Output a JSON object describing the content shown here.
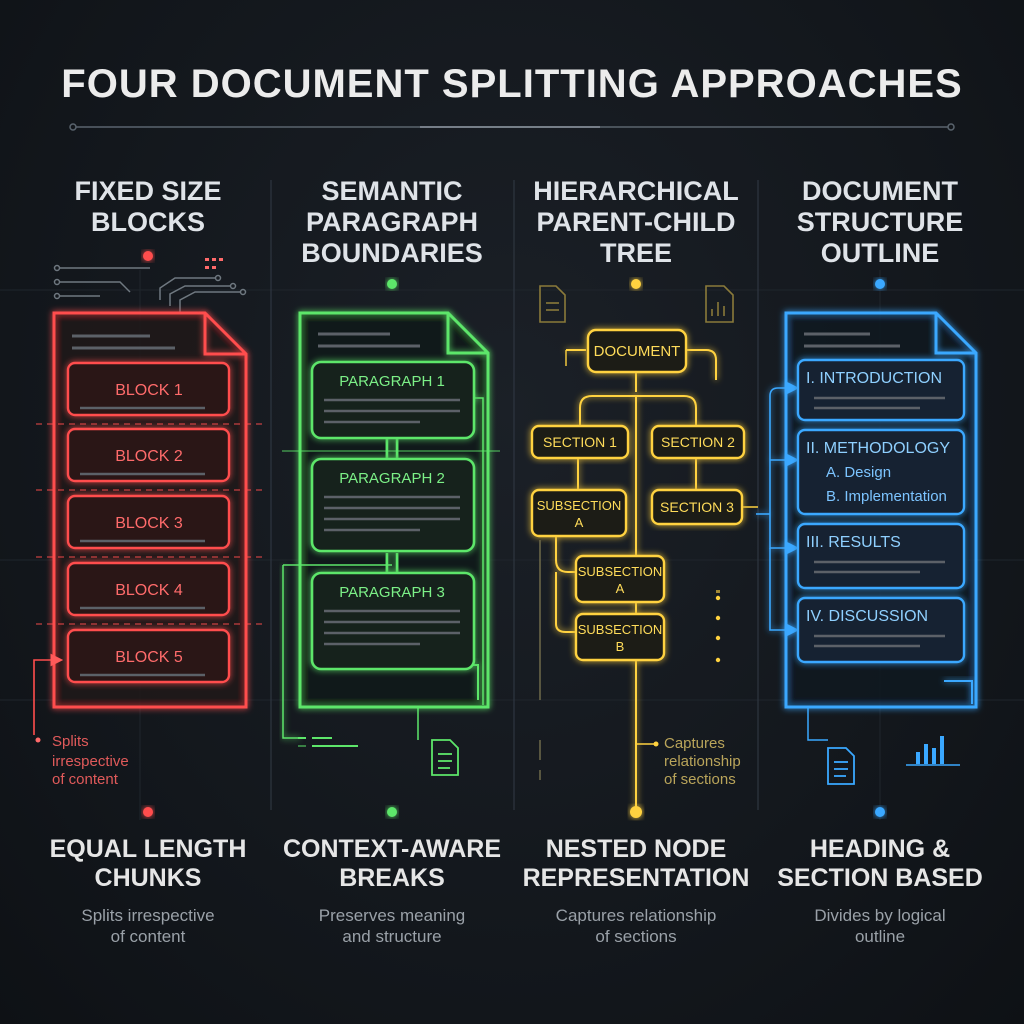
{
  "title": "FOUR DOCUMENT SPLITTING APPROACHES",
  "colors": {
    "background": "#14181d",
    "red": "#ff4d4d",
    "green": "#5de66a",
    "yellow": "#ffd23f",
    "blue": "#3aa8ff"
  },
  "columns": [
    {
      "heading": [
        "FIXED SIZE",
        "BLOCKS"
      ],
      "blocks": [
        "BLOCK 1",
        "BLOCK 2",
        "BLOCK 3",
        "BLOCK 4",
        "BLOCK 5"
      ],
      "annotation": [
        "Splits",
        "irrespective",
        "of content"
      ],
      "footer_title": [
        "EQUAL LENGTH",
        "CHUNKS"
      ],
      "footer_sub": [
        "Splits irrespective",
        "of content"
      ]
    },
    {
      "heading": [
        "SEMANTIC",
        "PARAGRAPH",
        "BOUNDARIES"
      ],
      "paragraphs": [
        "PARAGRAPH 1",
        "PARAGRAPH 2",
        "PARAGRAPH 3"
      ],
      "footer_title": [
        "CONTEXT-AWARE",
        "BREAKS"
      ],
      "footer_sub": [
        "Preserves meaning",
        "and structure"
      ]
    },
    {
      "heading": [
        "HIERARCHICAL",
        "PARENT-CHILD",
        "TREE"
      ],
      "nodes": {
        "root": "DOCUMENT",
        "section1": "SECTION 1",
        "section2": "SECTION 2",
        "section3": "SECTION 3",
        "subsection_a_top": [
          "SUBSECTION",
          "A"
        ],
        "subsection_a": [
          "SUBSECTION",
          "A"
        ],
        "subsection_b": [
          "SUBSECTION",
          "B"
        ]
      },
      "annotation": [
        "Captures",
        "relationship",
        "of sections"
      ],
      "footer_title": [
        "NESTED NODE",
        "REPRESENTATION"
      ],
      "footer_sub": [
        "Captures relationship",
        "of sections"
      ]
    },
    {
      "heading": [
        "DOCUMENT",
        "STRUCTURE",
        "OUTLINE"
      ],
      "outline": [
        {
          "label": "I.  INTRODUCTION",
          "subs": []
        },
        {
          "label": "II. METHODOLOGY",
          "subs": [
            "A. Design",
            "B. Implementation"
          ]
        },
        {
          "label": "III. RESULTS",
          "subs": []
        },
        {
          "label": "IV. DISCUSSION",
          "subs": []
        }
      ],
      "footer_title": [
        "HEADING &",
        "SECTION BASED"
      ],
      "footer_sub": [
        "Divides by logical",
        "outline"
      ]
    }
  ]
}
